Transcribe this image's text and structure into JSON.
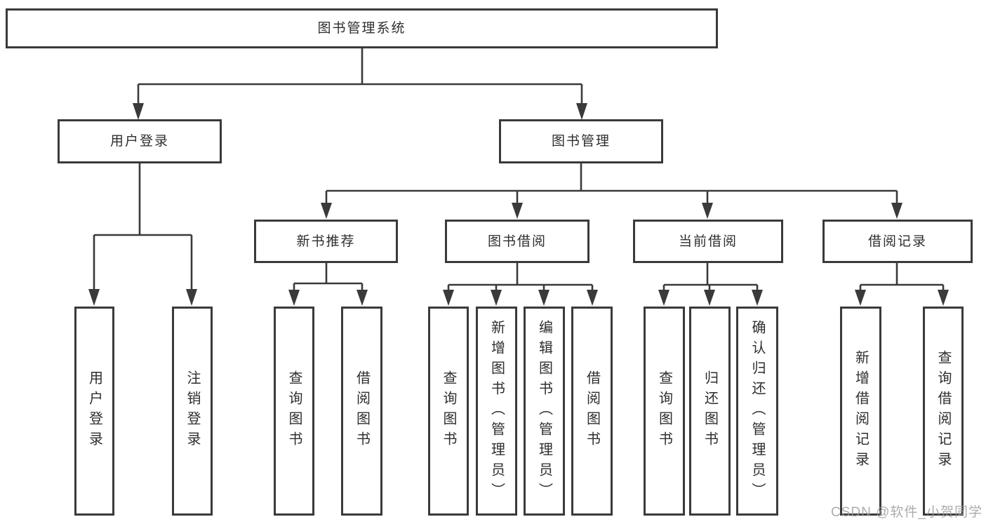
{
  "diagram_type": "functional-structure-tree",
  "tree": {
    "label": "图书管理系统",
    "children": [
      {
        "label": "用户登录",
        "children": [
          {
            "label": "用户登录"
          },
          {
            "label": "注销登录"
          }
        ]
      },
      {
        "label": "图书管理",
        "children": [
          {
            "label": "新书推荐",
            "children": [
              {
                "label": "查询图书"
              },
              {
                "label": "借阅图书"
              }
            ]
          },
          {
            "label": "图书借阅",
            "children": [
              {
                "label": "查询图书"
              },
              {
                "label": "新增图书（管理员）"
              },
              {
                "label": "编辑图书（管理员）"
              },
              {
                "label": "借阅图书"
              }
            ]
          },
          {
            "label": "当前借阅",
            "children": [
              {
                "label": "查询图书"
              },
              {
                "label": "归还图书"
              },
              {
                "label": "确认归还（管理员）"
              }
            ]
          },
          {
            "label": "借阅记录",
            "children": [
              {
                "label": "新增借阅记录"
              },
              {
                "label": "查询借阅记录"
              }
            ]
          }
        ]
      }
    ]
  },
  "watermark": {
    "text": "CSDN @软件_小贺同学"
  },
  "colors": {
    "line": "#3a3a3a",
    "box_border": "#3a3a3a",
    "text": "#2e2e2e",
    "background": "#ffffff",
    "watermark": "#9e9e9e"
  }
}
